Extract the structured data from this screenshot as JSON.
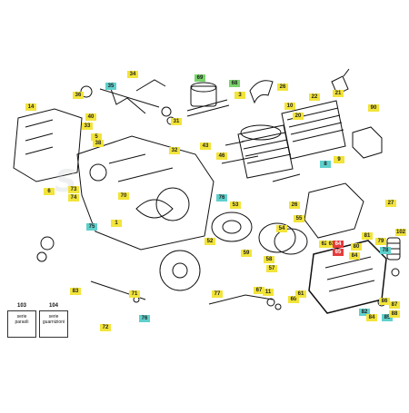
{
  "watermark": "S",
  "tags": [
    {
      "id": "103",
      "lines": [
        "serie",
        "paraoli"
      ]
    },
    {
      "id": "104",
      "lines": [
        "serie",
        "guarnizioni"
      ]
    }
  ],
  "callouts": [
    {
      "t": "34",
      "c": "y"
    },
    {
      "t": "35",
      "c": "c"
    },
    {
      "t": "36",
      "c": "y"
    },
    {
      "t": "26",
      "c": "y"
    },
    {
      "t": "69",
      "c": "g"
    },
    {
      "t": "68",
      "c": "g"
    },
    {
      "t": "3",
      "c": "y"
    },
    {
      "t": "21",
      "c": "y"
    },
    {
      "t": "90",
      "c": "y"
    },
    {
      "t": "22",
      "c": "y"
    },
    {
      "t": "10",
      "c": "y"
    },
    {
      "t": "20",
      "c": "y"
    },
    {
      "t": "14",
      "c": "y"
    },
    {
      "t": "40",
      "c": "y"
    },
    {
      "t": "33",
      "c": "y"
    },
    {
      "t": "5",
      "c": "y"
    },
    {
      "t": "38",
      "c": "y"
    },
    {
      "t": "31",
      "c": "y"
    },
    {
      "t": "32",
      "c": "y"
    },
    {
      "t": "43",
      "c": "y"
    },
    {
      "t": "46",
      "c": "y"
    },
    {
      "t": "8",
      "c": "c"
    },
    {
      "t": "9",
      "c": "y"
    },
    {
      "t": "6",
      "c": "y"
    },
    {
      "t": "73",
      "c": "y"
    },
    {
      "t": "74",
      "c": "y"
    },
    {
      "t": "70",
      "c": "y"
    },
    {
      "t": "75",
      "c": "c"
    },
    {
      "t": "1",
      "c": "y"
    },
    {
      "t": "53",
      "c": "y"
    },
    {
      "t": "26",
      "c": "y"
    },
    {
      "t": "27",
      "c": "y"
    },
    {
      "t": "76",
      "c": "c"
    },
    {
      "t": "52",
      "c": "y"
    },
    {
      "t": "55",
      "c": "y"
    },
    {
      "t": "54",
      "c": "y"
    },
    {
      "t": "102",
      "c": "y"
    },
    {
      "t": "81",
      "c": "y"
    },
    {
      "t": "79",
      "c": "y"
    },
    {
      "t": "78",
      "c": "c"
    },
    {
      "t": "80",
      "c": "y"
    },
    {
      "t": "62",
      "c": "y"
    },
    {
      "t": "63",
      "c": "y"
    },
    {
      "t": "64",
      "c": "r"
    },
    {
      "t": "65",
      "c": "r"
    },
    {
      "t": "84",
      "c": "y"
    },
    {
      "t": "77",
      "c": "y"
    },
    {
      "t": "83",
      "c": "y"
    },
    {
      "t": "71",
      "c": "y"
    },
    {
      "t": "76",
      "c": "c"
    },
    {
      "t": "59",
      "c": "y"
    },
    {
      "t": "72",
      "c": "y"
    },
    {
      "t": "57",
      "c": "y"
    },
    {
      "t": "58",
      "c": "y"
    },
    {
      "t": "67",
      "c": "y"
    },
    {
      "t": "11",
      "c": "y"
    },
    {
      "t": "60",
      "c": "y"
    },
    {
      "t": "61",
      "c": "y"
    },
    {
      "t": "85",
      "c": "c"
    },
    {
      "t": "86",
      "c": "y"
    },
    {
      "t": "82",
      "c": "c"
    },
    {
      "t": "84",
      "c": "y"
    },
    {
      "t": "87",
      "c": "y"
    },
    {
      "t": "88",
      "c": "y"
    }
  ]
}
